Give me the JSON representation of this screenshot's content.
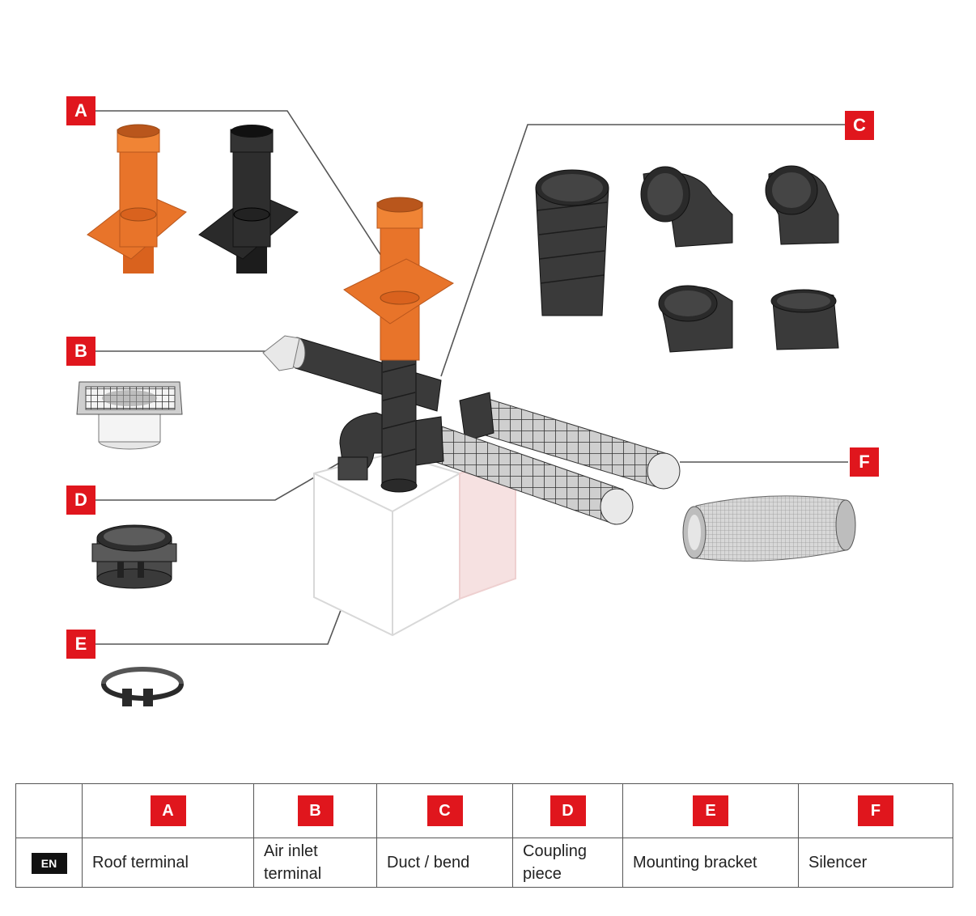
{
  "callouts": {
    "a": "A",
    "b": "B",
    "c": "C",
    "d": "D",
    "e": "E",
    "f": "F"
  },
  "legend": {
    "language_badge": "EN",
    "headers": [
      "A",
      "B",
      "C",
      "D",
      "E",
      "F"
    ],
    "labels": [
      "Roof terminal",
      "Air inlet terminal",
      "Duct / bend",
      "Coupling piece",
      "Mounting bracket",
      "Silencer"
    ]
  },
  "colors": {
    "accent_red": "#e0161d",
    "terminal_orange": "#e8742a",
    "duct_dark": "#3a3a3a"
  }
}
